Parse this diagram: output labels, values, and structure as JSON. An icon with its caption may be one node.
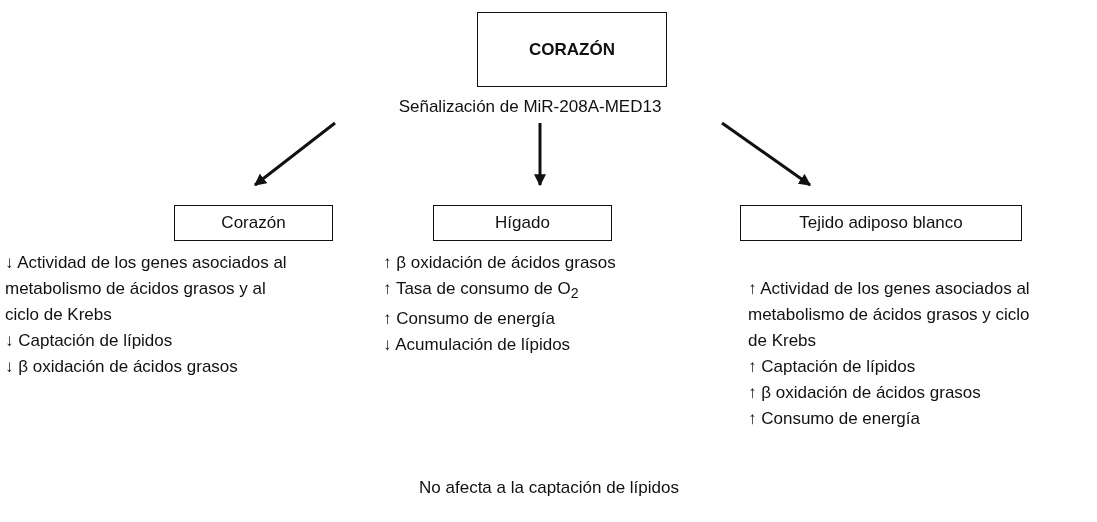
{
  "diagram": {
    "nodes": [
      {
        "text": [
          "CORAZÓN"
        ]
      },
      {
        "text": [
          "Señalización de MiR-208A-MED13"
        ]
      },
      {
        "text": [
          "Corazón"
        ],
        "beside": [
          "↓ Actividad de los genes asociados al metabolismo de ácidos grasos y al ciclo de Krebs",
          "↓ Captación de lípidos",
          "↓ β oxidación de ácidos grasos"
        ]
      },
      {
        "text": [
          "Hígado"
        ],
        "beside": [
          "↑ β oxidación de ácidos grasos",
          "↑ Tasa de consumo de O$_{2}$",
          "↑ Consumo de energía",
          "↓ Acumulación de lípidos"
        ]
      },
      {
        "text": [
          "Tejido adiposo blanco"
        ],
        "beside": [
          "↑ Actividad de los genes asociados al metabolismo de ácidos grasos y ciclo de Krebs",
          "↑ Captación de lípidos",
          "↑ β oxidación de ácidos grasos",
          "↑ Consumo de energía"
        ]
      }
    ],
    "edges": [
      {
        "from": 1,
        "to": 2,
        "arrow": "to"
      },
      {
        "from": 1,
        "to": 3,
        "arrow": "to"
      },
      {
        "from": 1,
        "to": 4,
        "arrow": "to"
      }
    ],
    "labels": [
      "No afecta a la captación de lípidos"
    ]
  }
}
